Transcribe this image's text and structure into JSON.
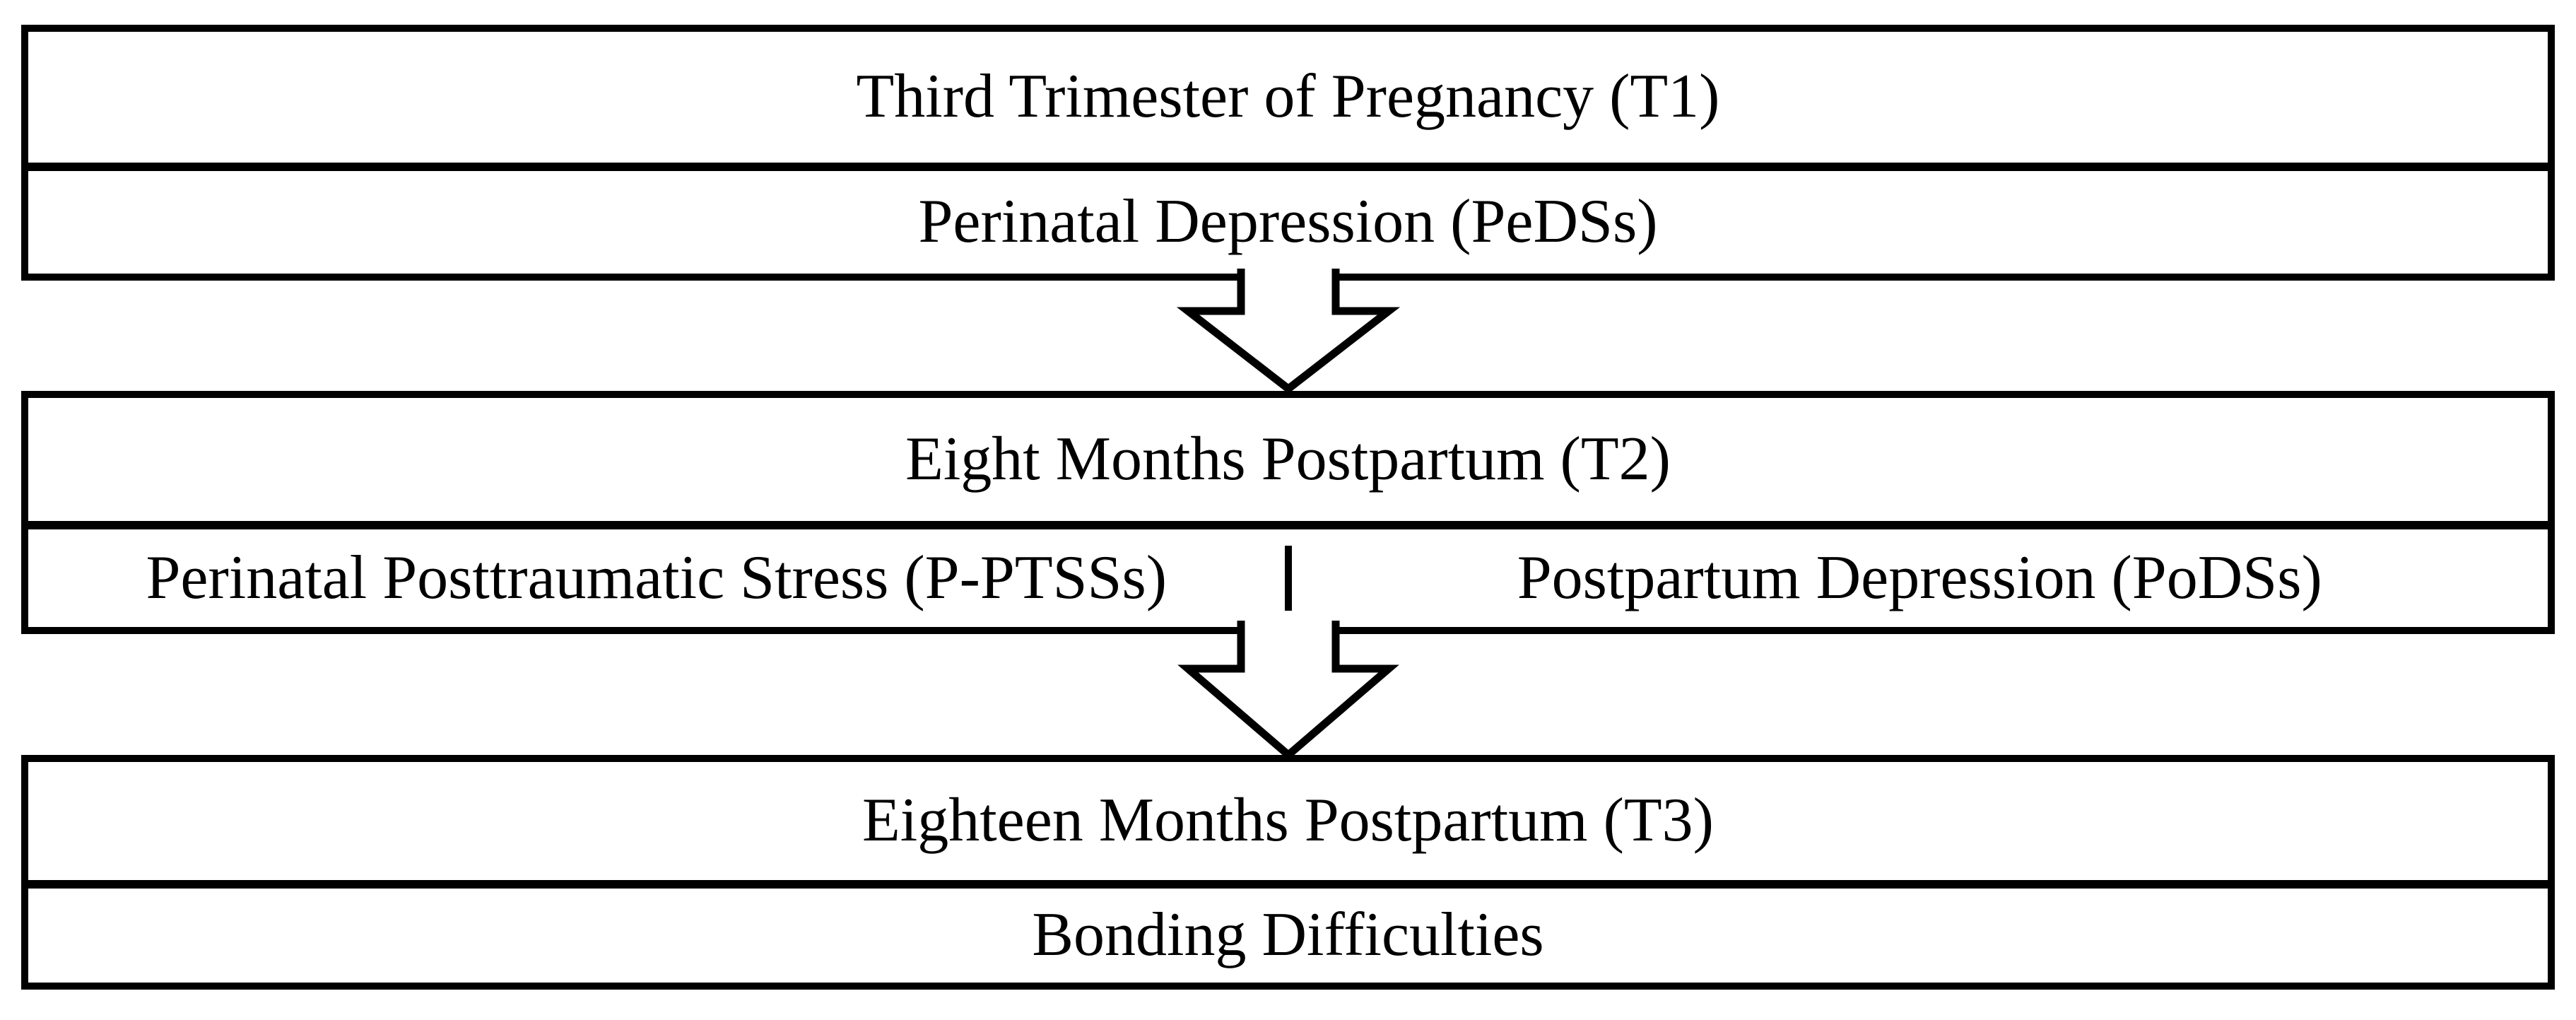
{
  "page": {
    "background": "#ffffff",
    "line_color": "#000000"
  },
  "diagram": {
    "type": "flowchart",
    "direction": "top-to-bottom",
    "stages": [
      {
        "timepoint": "T1",
        "title": "Third Trimester of Pregnancy (T1)",
        "cells": [
          "Perinatal Depression (PeDSs)"
        ]
      },
      {
        "timepoint": "T2",
        "title": "Eight Months Postpartum (T2)",
        "cells": [
          "Perinatal Posttraumatic Stress (P-PTSSs)",
          "Postpartum Depression (PoDSs)"
        ]
      },
      {
        "timepoint": "T3",
        "title": "Eighteen Months Postpartum (T3)",
        "cells": [
          "Bonding Difficulties"
        ]
      }
    ],
    "arrows": [
      {
        "name": "arrow-t1-to-t2",
        "direction": "down",
        "style": "hollow-block"
      },
      {
        "name": "arrow-t2-to-t3",
        "direction": "down",
        "style": "hollow-block"
      }
    ]
  }
}
